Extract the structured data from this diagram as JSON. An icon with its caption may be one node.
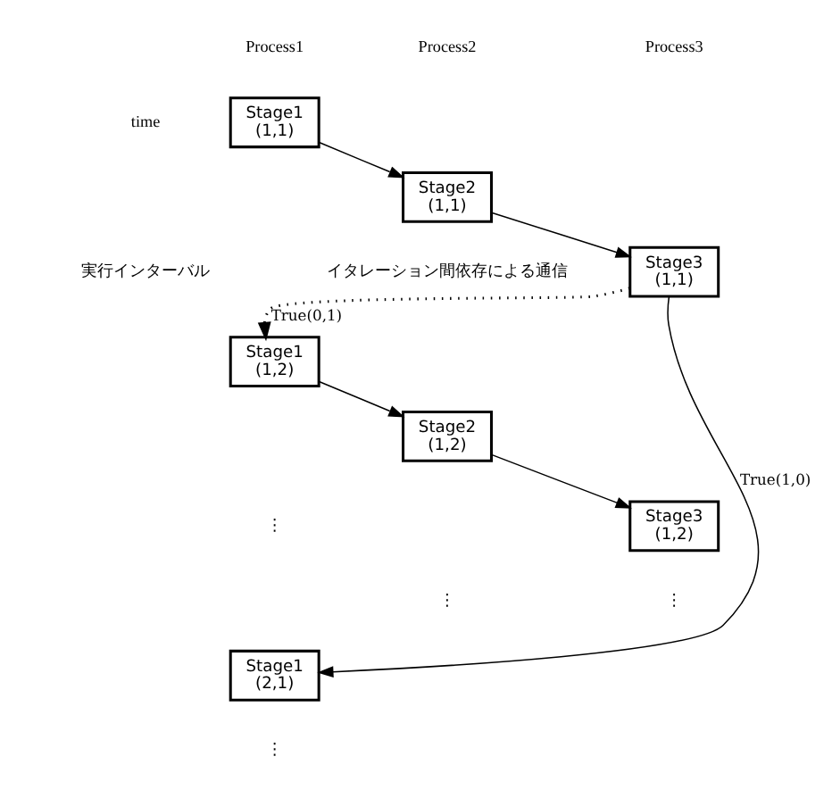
{
  "diagram": {
    "nodes": [
      {
        "text": [
          "Stage1",
          "(1,1)"
        ]
      },
      {
        "text": [
          "Stage2",
          "(1,1)"
        ]
      },
      {
        "text": [
          "Stage3",
          "(1,1)"
        ]
      },
      {
        "text": [
          "Stage1",
          "(1,2)"
        ]
      },
      {
        "text": [
          "Stage2",
          "(1,2)"
        ]
      },
      {
        "text": [
          "Stage3",
          "(1,2)"
        ]
      },
      {
        "text": [
          "Stage1",
          "(2,1)"
        ]
      }
    ],
    "edges": [
      {
        "from": 0,
        "to": 1,
        "arrow": "to"
      },
      {
        "from": 1,
        "to": 2,
        "arrow": "to"
      },
      {
        "from": 2,
        "to": 3,
        "arrow": "to",
        "label": "True(0,1)",
        "style": "dashed"
      },
      {
        "from": 2,
        "to": 6,
        "arrow": "to",
        "label": "True(1,0)"
      },
      {
        "from": 3,
        "to": 4,
        "arrow": "to"
      },
      {
        "from": 4,
        "to": 5,
        "arrow": "to"
      }
    ],
    "labels": [
      "Process1",
      "Process2",
      "Process3",
      "time",
      "実行インターバル",
      "イタレーション間依存による通信",
      "⋮",
      "⋮",
      "⋮",
      "⋮"
    ]
  }
}
